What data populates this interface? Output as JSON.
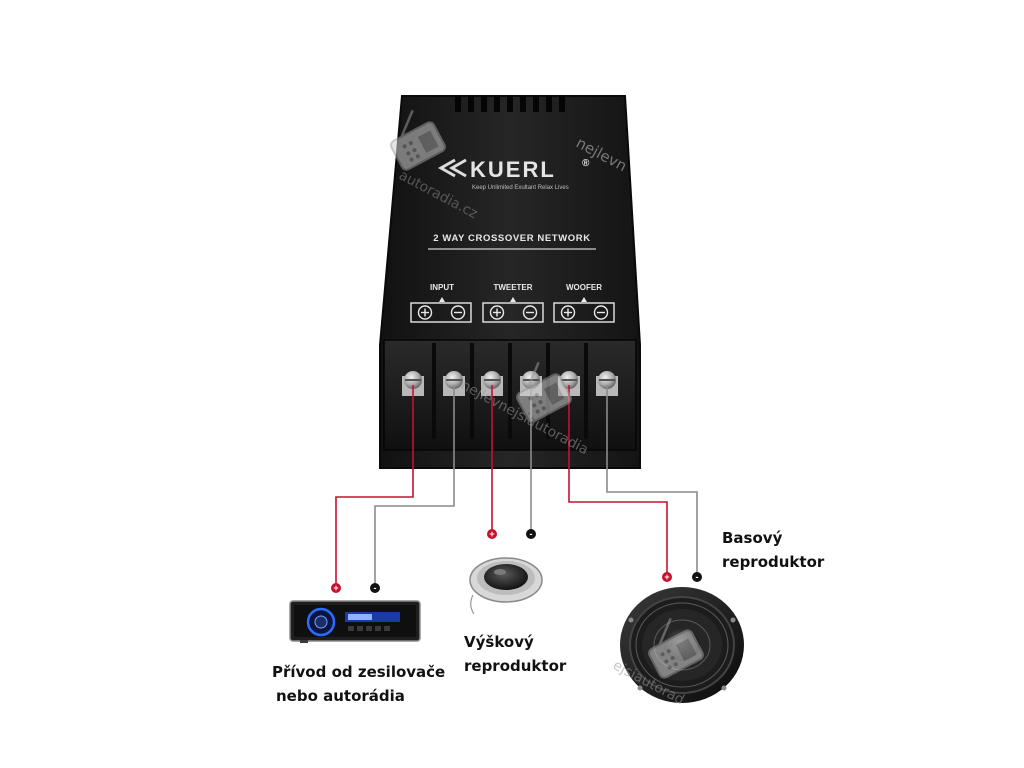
{
  "crossover": {
    "brand": "KUERL",
    "brand_mark": "®",
    "slogan": "Keep Unlimited Exultant Relax Lives",
    "title": "2 WAY CROSSOVER NETWORK",
    "channels": [
      {
        "label": "INPUT"
      },
      {
        "label": "TWEETER"
      },
      {
        "label": "WOOFER"
      }
    ]
  },
  "captions": {
    "source_line1": "Přívod od zesilovače",
    "source_line2": "nebo autorádia",
    "tweeter_line1": "Výškový",
    "tweeter_line2": "reproduktor",
    "woofer_line1": "Basový",
    "woofer_line2": "reproduktor"
  },
  "polarity": {
    "plus": "+",
    "minus": "-"
  },
  "watermark": {
    "text_upper": "nejlevn",
    "text_side": "autoradia.cz",
    "text_center": "nejlevnejsiautoradia",
    "text_lower": "ejsiautorad"
  },
  "colors": {
    "positive_wire": "#c8102e",
    "negative_wire": "#8a8a8a",
    "body": "#1b1b1b",
    "label": "#e8e8e8"
  },
  "icons": {
    "terminal": "screw-terminal-icon",
    "radio": "radio-watermark-icon",
    "head_unit": "car-radio-icon",
    "tweeter": "tweeter-speaker-icon",
    "woofer": "woofer-speaker-icon"
  }
}
